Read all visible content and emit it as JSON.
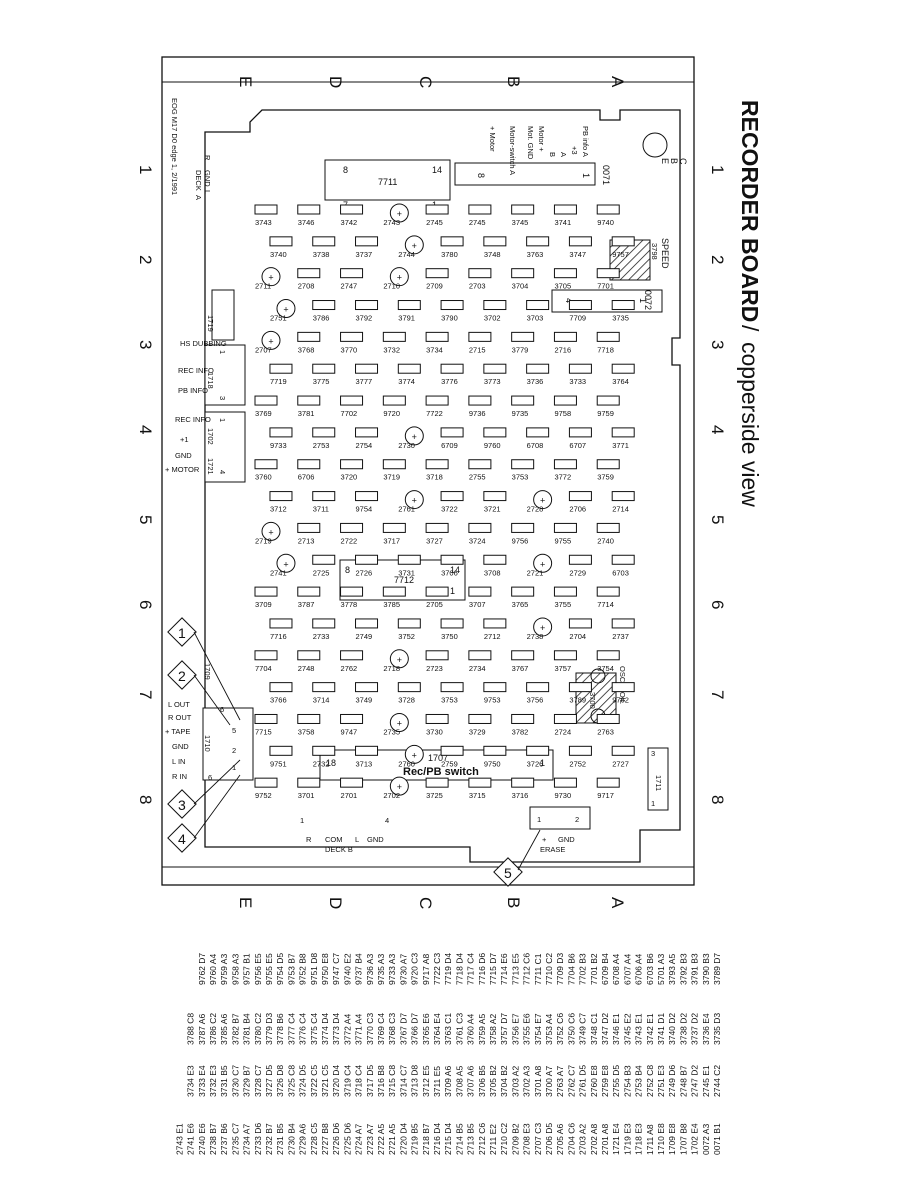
{
  "title": {
    "main": "RECORDER BOARD",
    "sep": " / ",
    "sub": "copperside view"
  },
  "side_note": "EOG M17 D0 edge 1, 2/1991",
  "grid": {
    "rows": [
      "A",
      "B",
      "C",
      "D",
      "E"
    ],
    "cols": [
      "1",
      "2",
      "3",
      "4",
      "5",
      "6",
      "7",
      "8"
    ]
  },
  "callouts": [
    "1",
    "2",
    "3",
    "4",
    "5"
  ],
  "ics": [
    {
      "ref": "7711",
      "p1": "8",
      "p2": "14",
      "p3": "7",
      "p4": "1"
    },
    {
      "ref": "7712",
      "p1": "8",
      "p2": "14",
      "p3": "7",
      "p4": "1"
    }
  ],
  "switch": {
    "ref": "1707",
    "name": "Rec/PB switch",
    "pin_left": "18",
    "pin_right": "1"
  },
  "connectors": {
    "c0071": {
      "ref": "0071",
      "labels": [
        "PB info A",
        "+3",
        "A",
        "B",
        "Motor +",
        "Mot. GND",
        "Motor-switch A",
        "+ Motor"
      ],
      "pin1": "1",
      "pin8": "8"
    },
    "c0072": {
      "ref": "0072",
      "pin4": "4",
      "pin1": "1"
    },
    "c1719": {
      "ref": "1719"
    },
    "c1718": {
      "ref": "1718",
      "labels": [
        "HS DUBBING",
        "REC INFO",
        "PB INFO"
      ],
      "pin1": "1",
      "pin3": "3"
    },
    "c1702": {
      "ref": "1702",
      "labels": [
        "REC INFO",
        "+1",
        "GND",
        "+ MOTOR"
      ],
      "pin1": "1",
      "pin4": "4"
    },
    "c1721": {
      "ref": "1721"
    },
    "c1709": {
      "ref": "1709"
    },
    "c1710": {
      "ref": "1710",
      "labels": [
        "L OUT",
        "R OUT",
        "+ TAPE",
        "GND",
        "L IN",
        "R IN"
      ],
      "pins": [
        "6",
        "5",
        "2",
        "1",
        "6"
      ]
    },
    "c1711": {
      "ref": "1711",
      "pin3": "3",
      "pin1": "1"
    },
    "deckA": {
      "labels": [
        "R",
        "GND",
        "L",
        "DECK",
        "A"
      ]
    },
    "deckB": {
      "labels": [
        "R",
        "COM",
        "L",
        "GND",
        "DECK B"
      ],
      "pin4": "4",
      "pin1": "1"
    },
    "erase": {
      "labels": [
        "+",
        "GND",
        "ERASE"
      ],
      "pin1": "1",
      "pin2": "2"
    }
  },
  "speed": {
    "ref": "3798",
    "name": "SPEED"
  },
  "osc": {
    "ref": "3700",
    "name": "OSC. COIL"
  },
  "transistor": {
    "pins": [
      "C",
      "B",
      "E"
    ]
  },
  "components": [
    "3743",
    "3746",
    "3742",
    "2743",
    "2745",
    "2745",
    "3745",
    "3741",
    "9740",
    "3740",
    "3738",
    "3737",
    "2744",
    "3780",
    "3748",
    "3763",
    "3747",
    "9757",
    "2711",
    "2708",
    "2747",
    "2710",
    "2709",
    "2703",
    "3704",
    "3705",
    "7701",
    "2751",
    "3786",
    "3792",
    "3791",
    "3790",
    "3702",
    "3703",
    "7709",
    "3735",
    "2707",
    "3768",
    "3770",
    "3732",
    "3734",
    "2715",
    "3779",
    "2716",
    "7718",
    "7719",
    "3775",
    "3777",
    "3774",
    "3776",
    "3773",
    "3736",
    "3733",
    "3764",
    "3769",
    "3781",
    "7702",
    "9720",
    "7722",
    "9736",
    "9735",
    "9758",
    "9759",
    "9733",
    "2753",
    "2754",
    "2730",
    "6709",
    "9760",
    "6708",
    "6707",
    "3771",
    "3760",
    "6706",
    "3720",
    "3719",
    "3718",
    "2755",
    "3753",
    "3772",
    "3759",
    "3712",
    "3711",
    "9754",
    "2761",
    "3722",
    "3721",
    "2728",
    "2706",
    "2714",
    "2719",
    "2713",
    "2722",
    "3717",
    "3727",
    "3724",
    "9756",
    "9755",
    "2740",
    "2741",
    "2725",
    "2726",
    "3731",
    "3706",
    "3708",
    "2721",
    "2729",
    "6703",
    "3709",
    "3787",
    "3778",
    "3785",
    "2705",
    "3707",
    "3765",
    "3755",
    "7714",
    "7716",
    "2733",
    "2749",
    "3752",
    "3750",
    "2712",
    "2738",
    "2704",
    "2737",
    "7704",
    "2748",
    "2762",
    "2718",
    "2723",
    "2734",
    "3767",
    "3757",
    "3754",
    "3766",
    "3714",
    "3749",
    "3728",
    "3753",
    "9753",
    "3756",
    "3789",
    "9762",
    "7715",
    "3758",
    "9747",
    "2735",
    "3730",
    "3729",
    "3782",
    "2724",
    "2763",
    "9751",
    "2732",
    "3713",
    "2760",
    "2759",
    "9750",
    "3726",
    "2752",
    "2727",
    "9752",
    "3701",
    "2701",
    "2702",
    "3725",
    "3715",
    "3716",
    "9730",
    "9717"
  ],
  "table": {
    "columns": [
      [
        "0071 B1",
        "0072 A3",
        "1702 E4",
        "1707 B8",
        "1709 E8",
        "1710 E8",
        "1711 A8",
        "1718 E3",
        "1719 E3",
        "1721 E4",
        "2701 A8",
        "2702 A8",
        "2703 A2",
        "2704 C6",
        "2705 A6",
        "2706 D5",
        "2707 C3",
        "2708 E3",
        "2709 B2",
        "2710 C2",
        "2711 E2",
        "2712 C6",
        "2713 B5",
        "2714 B5",
        "2715 D4",
        "2716 D4",
        "2718 B7",
        "2719 B5",
        "2720 D4",
        "2721 A5",
        "2722 A5",
        "2723 A7",
        "2724 A7",
        "2725 D6",
        "2726 D6",
        "2727 B8",
        "2728 C5",
        "2729 A6",
        "2730 B4",
        "2731 B5",
        "2732 B7",
        "2733 D6",
        "2734 A7",
        "2735 C7",
        "2737 B6",
        "2738 B7",
        "2740 E6",
        "2741 E6",
        "2743 E1"
      ],
      [
        "2744 C2",
        "2745 E1",
        "2747 D2",
        "2748 B7",
        "2749 D6",
        "2751 E3",
        "2752 C8",
        "2753 B4",
        "2754 B3",
        "2755 D5",
        "2759 E8",
        "2760 E8",
        "2761 D5",
        "2762 C7",
        "2763 A7",
        "3700 A7",
        "3701 A8",
        "3702 A3",
        "3703 A2",
        "3704 B2",
        "3705 B2",
        "3706 B5",
        "3707 A6",
        "3708 A5",
        "3709 A6",
        "3711 E5",
        "3712 E5",
        "3713 D8",
        "3714 C7",
        "3715 C8",
        "3716 B8",
        "3717 D5",
        "3718 C4",
        "3719 C4",
        "3720 D4",
        "3721 C5",
        "3722 C5",
        "3724 D5",
        "3725 C8",
        "3726 D8",
        "3727 D5",
        "3728 C7",
        "3729 B7",
        "3730 C7",
        "3731 B5",
        "3732 E3",
        "3733 E4",
        "3734 E3"
      ],
      [
        "3735 D3",
        "3736 E4",
        "3737 D2",
        "3738 D2",
        "3740 D2",
        "3741 D1",
        "3742 E1",
        "3743 E1",
        "3745 E2",
        "3746 E1",
        "3747 D2",
        "3748 C1",
        "3749 C7",
        "3750 C6",
        "3752 C6",
        "3753 A4",
        "3754 E7",
        "3755 E6",
        "3756 E7",
        "3757 D7",
        "3758 A2",
        "3759 A5",
        "3760 A4",
        "3761 C3",
        "3763 C1",
        "3764 E4",
        "3765 E6",
        "3766 D7",
        "3767 D7",
        "3768 C3",
        "3769 C4",
        "3770 C3",
        "3771 A4",
        "3772 A4",
        "3773 D4",
        "3774 D4",
        "3775 C4",
        "3776 C4",
        "3777 C4",
        "3778 B6",
        "3779 D3",
        "3780 C2",
        "3781 B4",
        "3782 B7",
        "3785 A6",
        "3786 C2",
        "3787 A6",
        "3788 C8"
      ],
      [
        "3789 D7",
        "3790 B3",
        "3791 B3",
        "3792 B3",
        "3793 A5",
        "5701 A3",
        "6703 B6",
        "6706 A4",
        "6707 A4",
        "6708 A4",
        "6709 B4",
        "7701 B2",
        "7702 B3",
        "7704 B6",
        "7709 D3",
        "7710 C2",
        "7711 C1",
        "7712 C6",
        "7713 E5",
        "7714 E6",
        "7715 D7",
        "7716 D6",
        "7717 C4",
        "7718 D4",
        "7719 D4",
        "7722 C3",
        "9717 A8",
        "9720 C3",
        "9730 A7",
        "9733 A3",
        "9735 A3",
        "9736 A3",
        "9737 B4",
        "9740 E2",
        "9747 C7",
        "9750 E8",
        "9751 D8",
        "9752 B8",
        "9753 B7",
        "9754 D5",
        "9755 E5",
        "9756 E5",
        "9757 B1",
        "9758 A3",
        "9759 A3",
        "9760 A4",
        "9762 D7"
      ]
    ]
  }
}
